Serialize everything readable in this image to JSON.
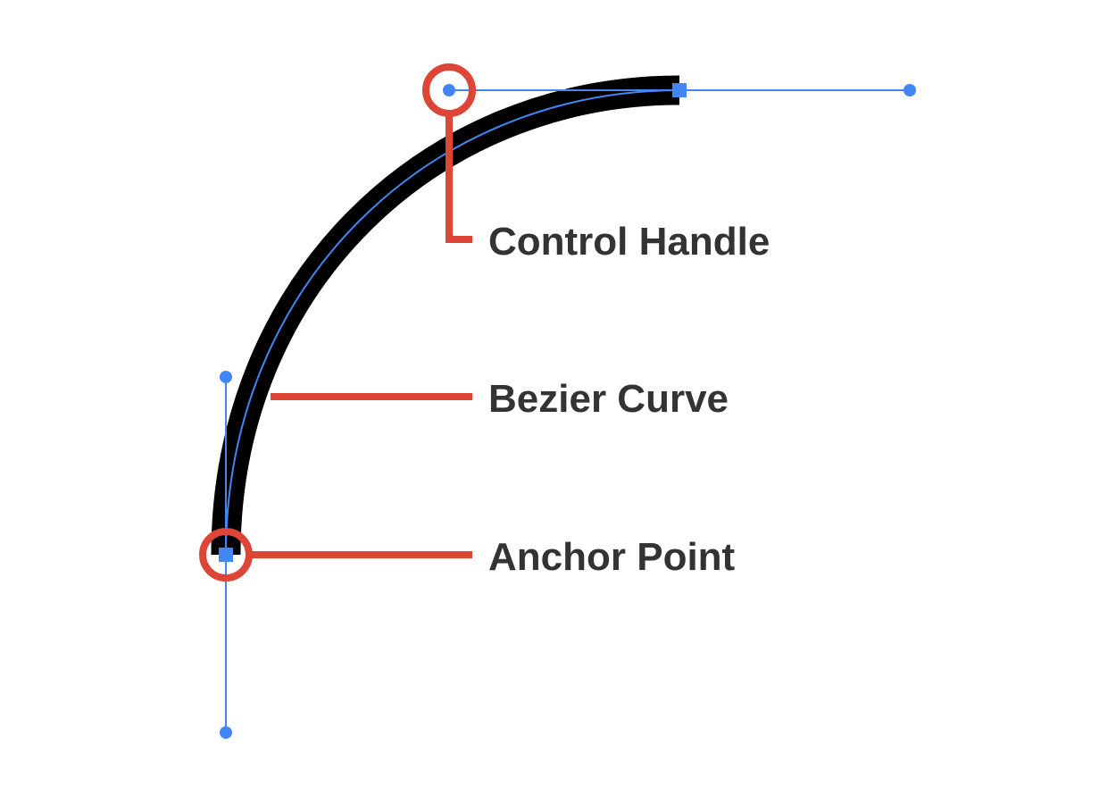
{
  "labels": {
    "control_handle": "Control Handle",
    "bezier_curve": "Bezier Curve",
    "anchor_point": "Anchor Point"
  },
  "colors": {
    "stroke": "#000000",
    "path": "#4285f4",
    "callout": "#dd4637",
    "text": "#333333",
    "background": "#ffffff"
  }
}
